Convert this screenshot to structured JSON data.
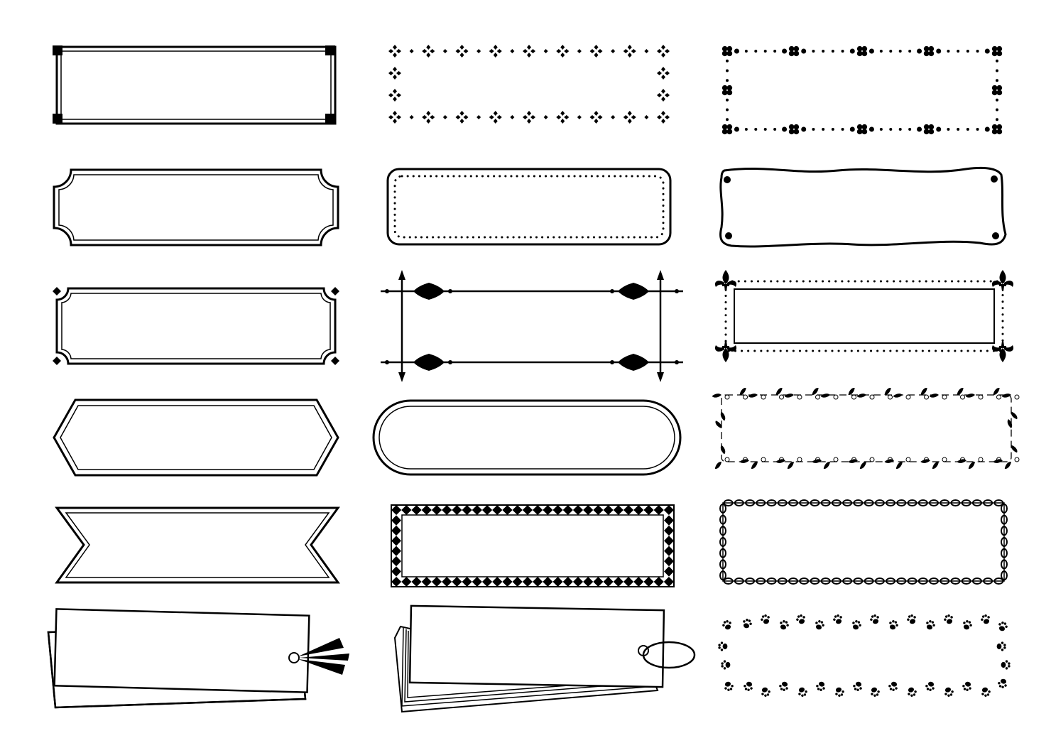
{
  "sheet": {
    "columns": 3,
    "rows": 6,
    "ink_color": "#000000",
    "paper_color": "#ffffff"
  },
  "frames": [
    {
      "name": "frame-square-corner-double",
      "style": "double rectangle with square corner knots"
    },
    {
      "name": "frame-diamond-clusters",
      "style": "four-diamond clusters along a rectangle"
    },
    {
      "name": "frame-clover-dots",
      "style": "clover motifs with dotted lines"
    },
    {
      "name": "frame-scalloped-corners",
      "style": "double rectangle with concave corners"
    },
    {
      "name": "frame-rounded-dotted",
      "style": "rounded rectangle with inner dotted line"
    },
    {
      "name": "frame-wavy-plaque",
      "style": "wavy hand-drawn plaque with corner dots"
    },
    {
      "name": "frame-concave-diamond-corners",
      "style": "concave corners with diamond accents"
    },
    {
      "name": "frame-spear-lines",
      "style": "crossed spear lines with ornaments"
    },
    {
      "name": "frame-fleur-de-lis-dots",
      "style": "fleur-de-lis corners with dotted border"
    },
    {
      "name": "frame-hexagon-double",
      "style": "double elongated hexagon"
    },
    {
      "name": "frame-pill-double",
      "style": "double rounded pill shape"
    },
    {
      "name": "frame-vine-leaves",
      "style": "vine with leaves border"
    },
    {
      "name": "frame-ribbon-banner",
      "style": "double ribbon banner with notched ends"
    },
    {
      "name": "frame-checker-diamond",
      "style": "rectangle with checkered diamond border"
    },
    {
      "name": "frame-chain-link",
      "style": "chain link border"
    },
    {
      "name": "frame-paper-tags-ribbon",
      "style": "stacked paper tags with ribbon"
    },
    {
      "name": "frame-word-cards-ring",
      "style": "word cards bound with a ring"
    },
    {
      "name": "frame-paw-prints",
      "style": "paw print border"
    }
  ]
}
